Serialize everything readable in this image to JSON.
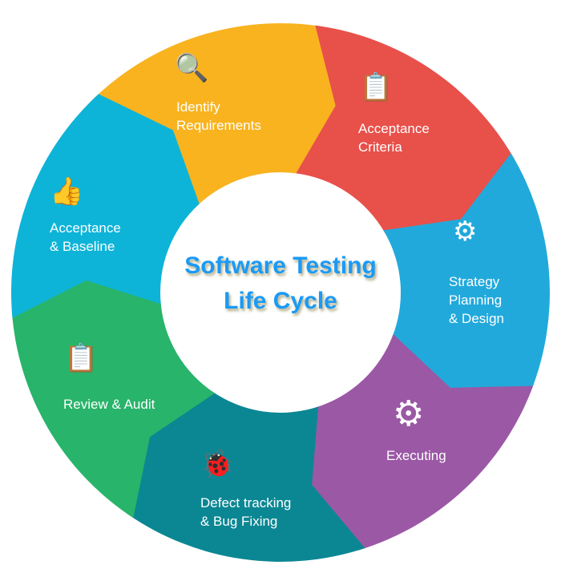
{
  "title": {
    "line1": "Software Testing",
    "line2": "Life Cycle"
  },
  "segments": [
    {
      "label": "Identify\nRequirements",
      "icon": "magnifier-document-icon",
      "color": "#f8b31f"
    },
    {
      "label": "Acceptance\nCriteria",
      "icon": "checklist-icon",
      "color": "#e8504a"
    },
    {
      "label": "Strategy\nPlanning\n& Design",
      "icon": "head-gears-icon",
      "color": "#22a9db"
    },
    {
      "label": "Executing",
      "icon": "play-gear-icon",
      "color": "#9b58a5"
    },
    {
      "label": "Defect tracking\n& Bug Fixing",
      "icon": "bug-wrench-icon",
      "color": "#0b8793"
    },
    {
      "label": "Review & Audit",
      "icon": "clipboard-check-icon",
      "color": "#28b46a"
    },
    {
      "label": "Acceptance\n& Baseline",
      "icon": "thumbs-up-icon",
      "color": "#0db4d8"
    }
  ]
}
